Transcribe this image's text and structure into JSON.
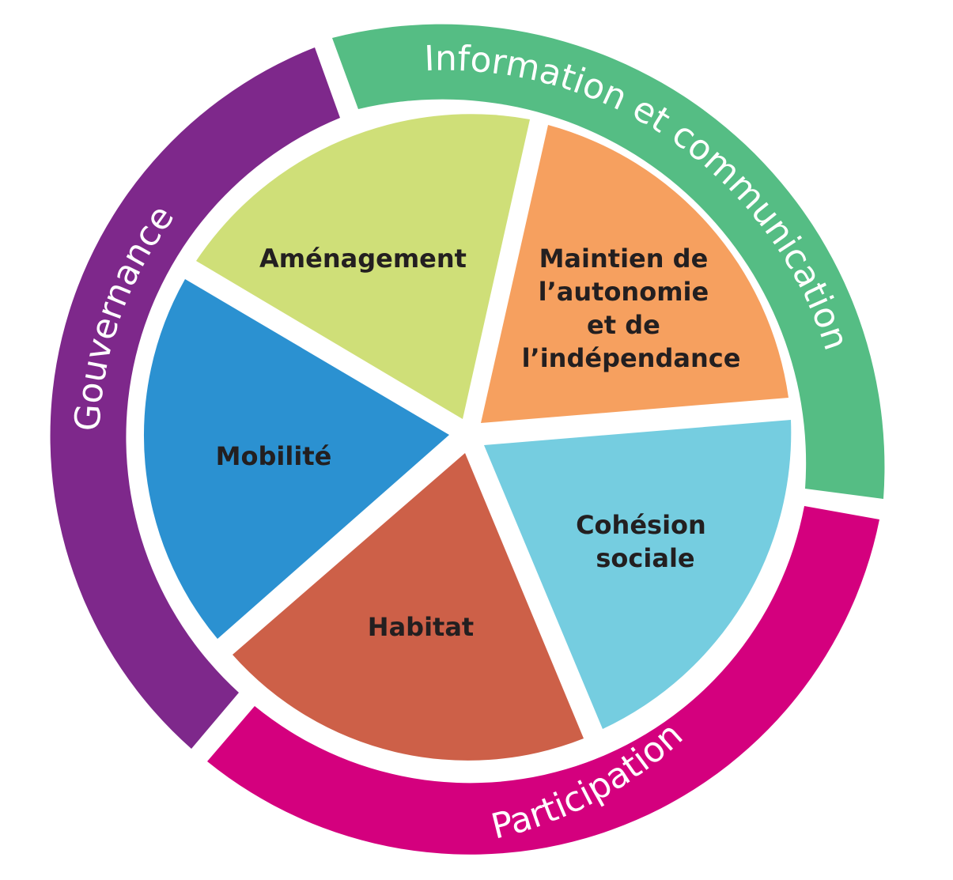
{
  "wheel": {
    "segments": [
      {
        "id": "amenagement",
        "lines": [
          "Aménagement"
        ],
        "color": "#cfdf78"
      },
      {
        "id": "autonomie",
        "lines": [
          "Maintien de",
          "l’autonomie",
          "et de",
          "l’indépendance"
        ],
        "color": "#f6a05f"
      },
      {
        "id": "cohesion",
        "lines": [
          "Cohésion",
          "sociale"
        ],
        "color": "#75cde0"
      },
      {
        "id": "habitat",
        "lines": [
          "Habitat"
        ],
        "color": "#cd6048"
      },
      {
        "id": "mobilite",
        "lines": [
          "Mobilité"
        ],
        "color": "#2b91d1"
      }
    ],
    "ring": [
      {
        "id": "gouvernance",
        "label": "Gouvernance",
        "color": "#7e288b"
      },
      {
        "id": "information",
        "label": "Information et communication",
        "color": "#55bd84"
      },
      {
        "id": "participation",
        "label": "Participation",
        "color": "#d4007e"
      }
    ]
  }
}
